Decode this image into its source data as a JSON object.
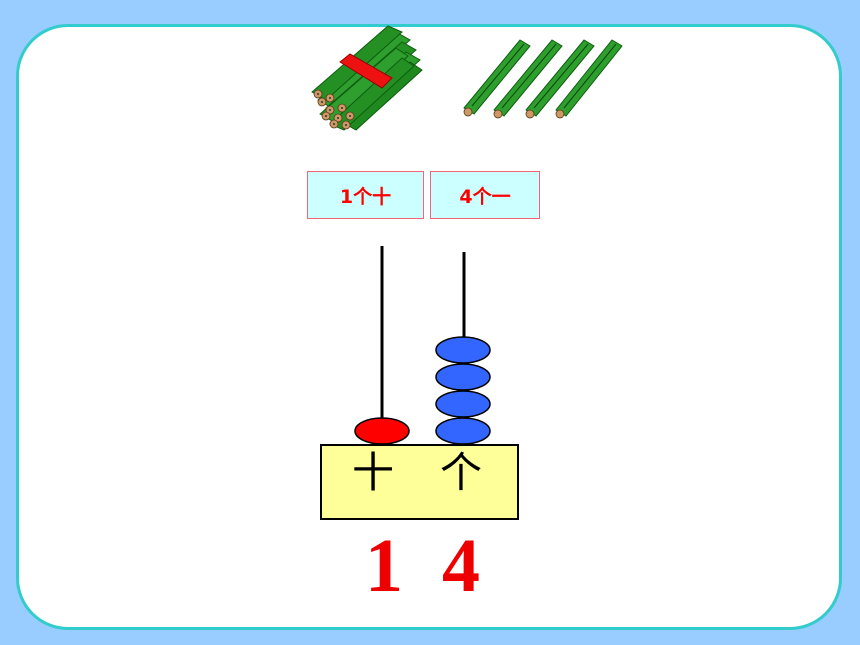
{
  "labels": {
    "tens": "1个十",
    "ones": "4个一"
  },
  "abacus": {
    "tens_place": "十",
    "ones_place": "个",
    "tens_beads": 1,
    "ones_beads": 4
  },
  "number": {
    "tens_digit": "1",
    "ones_digit": "4"
  },
  "colors": {
    "background": "#99ccff",
    "panel_border": "#33cccc",
    "label_text": "#ff0000",
    "label_bg": "#ccffff",
    "tens_bead": "#ff0000",
    "ones_bead": "#3366ff",
    "base_bg": "#ffff99",
    "digit": "#ee0000",
    "stick": "#22aa22"
  },
  "images": {
    "bundle": "bundle-of-ten-sticks",
    "singles": "four-single-sticks"
  }
}
